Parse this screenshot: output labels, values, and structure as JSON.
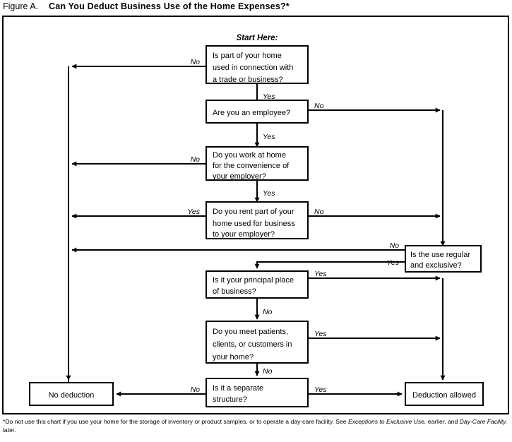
{
  "figure": {
    "label": "Figure A.",
    "headline": "Can You Deduct Business Use of the Home Expenses?*"
  },
  "start_label": "Start Here:",
  "nodes": {
    "q1": {
      "line1": "Is part of your home",
      "line2": "used in connection with",
      "line3": "a trade or business?"
    },
    "q2": {
      "line1": "Are you an employee?"
    },
    "q3": {
      "line1": "Do you work at home",
      "line2": "for the convenience of",
      "line3": "your employer?"
    },
    "q4": {
      "line1": "Do you rent part of your",
      "line2": "home used for business",
      "line3": "to your employer?"
    },
    "q5": {
      "line1": "Is the use regular",
      "line2": "and exclusive?"
    },
    "q6": {
      "line1": "Is it your principal place",
      "line2": "of business?"
    },
    "q7": {
      "line1": "Do you meet patients,",
      "line2": "clients, or customers in",
      "line3": "your home?"
    },
    "q8": {
      "line1": "Is it a separate",
      "line2": "structure?"
    },
    "end_no": {
      "line1": "No deduction"
    },
    "end_yes": {
      "line1": "Deduction allowed"
    }
  },
  "edge_labels": {
    "q1_no": "No",
    "q1_yes": "Yes",
    "q2_no": "No",
    "q2_yes": "Yes",
    "q3_no": "No",
    "q3_yes": "Yes",
    "q4_yes": "Yes",
    "q4_no": "No",
    "q5_no": "No",
    "q5_yes": "Yes",
    "q6_yes": "Yes",
    "q6_no": "No",
    "q7_yes": "Yes",
    "q7_no": "No",
    "q8_no": "No",
    "q8_yes": "Yes"
  },
  "footnote": {
    "part1": "*Do not use this chart if you use your home for the storage of inventory or product samples, or to operate a day-care facility. See ",
    "italic1": "Exceptions to Exclusive Use,",
    "part2": " earlier, and ",
    "italic2": "Day-Care Facility,",
    "part3": " later."
  }
}
